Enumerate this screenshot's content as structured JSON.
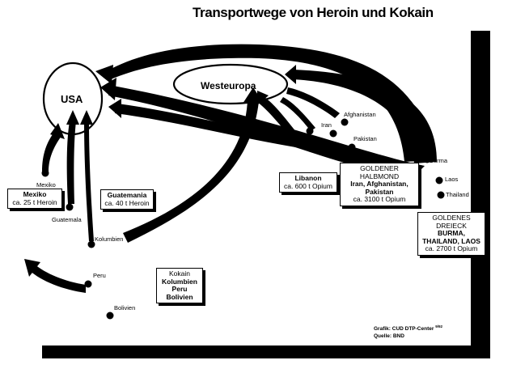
{
  "title": "Transportwege von Heroin und Kokain",
  "destinations": {
    "usa": "USA",
    "westeuropa": "Westeuropa"
  },
  "origins": {
    "mexiko": "Mexiko",
    "guatemala": "Guatemala",
    "kolumbien": "Kolumbien",
    "peru": "Peru",
    "bolivien": "Bolivien",
    "libanon": "Libanon",
    "iran": "Iran",
    "afghanistan": "Afghanistan",
    "pakistan": "Pakistan",
    "burma": "Burma",
    "laos": "Laos",
    "thailand": "Thailand"
  },
  "boxes": {
    "mexiko": {
      "name": "Mexiko",
      "amount": "ca. 25 t Heroin"
    },
    "guatemala": {
      "name": "Guatemania",
      "amount": "ca. 40 t Heroin"
    },
    "libanon": {
      "name": "Libanon",
      "amount": "ca. 600 t Opium"
    },
    "halbmond": {
      "heading": "GOLDENER HALBMOND",
      "countries": "Iran, Afghanistan, Pakistan",
      "amount": "ca. 3100 t Opium"
    },
    "dreieck": {
      "heading": "GOLDENES DREIECK",
      "countries": "BURMA, THAILAND, LAOS",
      "amount": "ca. 2700 t Opium"
    },
    "kokain": {
      "heading": "Kokain",
      "countries": [
        "Kolumbien",
        "Peru",
        "Bolivien"
      ]
    }
  },
  "credits": {
    "grafik": "Grafik: CUD DTP-Center",
    "grafik_sup": "9/92",
    "quelle": "Quelle: BND"
  }
}
